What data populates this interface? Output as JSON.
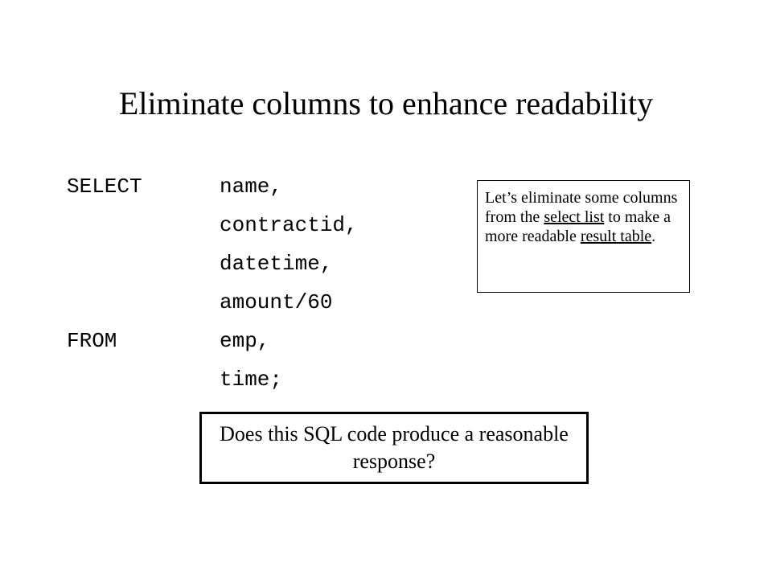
{
  "slide": {
    "title": "Eliminate columns to enhance readability"
  },
  "sql": {
    "lines": [
      {
        "keyword": "SELECT",
        "arg": "name,"
      },
      {
        "keyword": "",
        "arg": "contractid,"
      },
      {
        "keyword": "",
        "arg": "datetime,"
      },
      {
        "keyword": "",
        "arg": "amount/60"
      },
      {
        "keyword": "FROM",
        "arg": "emp,"
      },
      {
        "keyword": "",
        "arg": "time;"
      }
    ]
  },
  "note": {
    "text_before": "Let’s eliminate some columns from the ",
    "link1": "select list",
    "text_middle": " to make a more readable ",
    "link2": "result table",
    "text_after": "."
  },
  "question": {
    "text": "Does this SQL code produce a reasonable response?"
  }
}
